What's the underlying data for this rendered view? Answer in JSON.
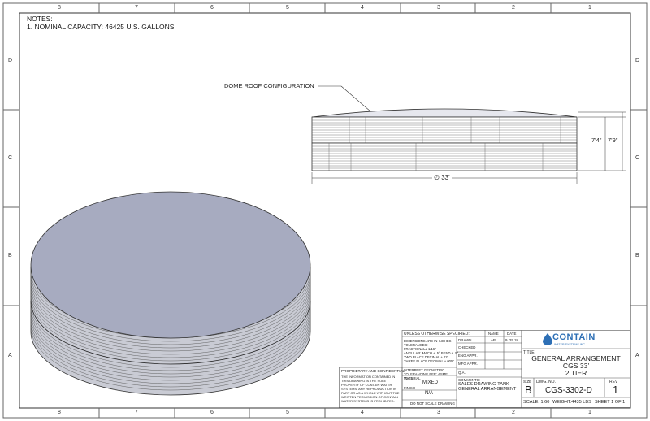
{
  "zones": {
    "top": [
      "8",
      "7",
      "6",
      "5",
      "4",
      "3",
      "2",
      "1"
    ],
    "side": [
      "D",
      "C",
      "B",
      "A"
    ]
  },
  "notes": {
    "heading": "NOTES:",
    "line1": "1. NOMINAL CAPACITY: 46425 U.S. GALLONS"
  },
  "elevation": {
    "callout": "DOME ROOF CONFIGURATION",
    "dim_lower": "7'4\"",
    "dim_overall": "7'9\"",
    "dim_diameter": "∅ 33'"
  },
  "title_block": {
    "unless": "UNLESS OTHERWISE SPECIFIED:",
    "dims_line1": "DIMENSIONS ARE IN INCHES",
    "dims_line2": "TOLERANCES:",
    "dims_line3": "FRACTIONAL± 1/16\"",
    "dims_line4": "ANGULAR: MACH ± .5° BEND ± .5°",
    "dims_line5": "TWO PLACE DECIMAL   ±.02\"",
    "dims_line6": "THREE PLACE DECIMAL  ±.005\"",
    "interpret": "INTERPRET GEOMETRIC TOLERANCING PER: ASME Y14.5",
    "material_label": "MATERIAL",
    "material_value": "MIXED",
    "finish_label": "FINISH",
    "finish_value": "N/A",
    "no_scale": "DO NOT SCALE DRAWING",
    "prop_title": "PROPRIETARY AND CONFIDENTIAL",
    "prop_body": "THE INFORMATION CONTAINED IN THIS DRAWING IS THE SOLE PROPERTY OF CONTAIN WATER SYSTEMS. ANY REPRODUCTION IN PART OR AS A WHOLE WITHOUT THE WRITTEN PERMISSION OF CONTAIN WATER SYSTEMS IS PROHIBITED.",
    "col_name": "NAME",
    "col_date": "DATE",
    "drawn_label": "DRAWN",
    "drawn_name": "AP",
    "drawn_date": "9. 25.18",
    "checked_label": "CHECKED",
    "eng_label": "ENG APPR.",
    "mfg_label": "MFG APPR.",
    "qa_label": "Q.A.",
    "comments_label": "COMMENTS:",
    "comments_1": "SALES DRAWING-TANK",
    "comments_2": "GENERAL ARRANGEMENT",
    "logo_name": "CONTAIN",
    "logo_sub": "WATER SYSTEMS INC.",
    "title_label": "TITLE:",
    "title_1": "GENERAL ARRANGEMENT",
    "title_2": "CGS 33'",
    "title_3": "2 TIER",
    "size_label": "SIZE",
    "size_value": "B",
    "dwg_label": "DWG.  NO.",
    "dwg_value": "CGS-3302-D",
    "rev_label": "REV",
    "rev_value": "1",
    "scale": "SCALE: 1:60",
    "weight": "WEIGHT:4435 LBS",
    "sheet": "SHEET 1 OF 1"
  },
  "colors": {
    "line": "#333333",
    "tank_top": "#a7abc0",
    "tank_side": "#c9cbd4",
    "logo_blue": "#2d6fb5"
  }
}
